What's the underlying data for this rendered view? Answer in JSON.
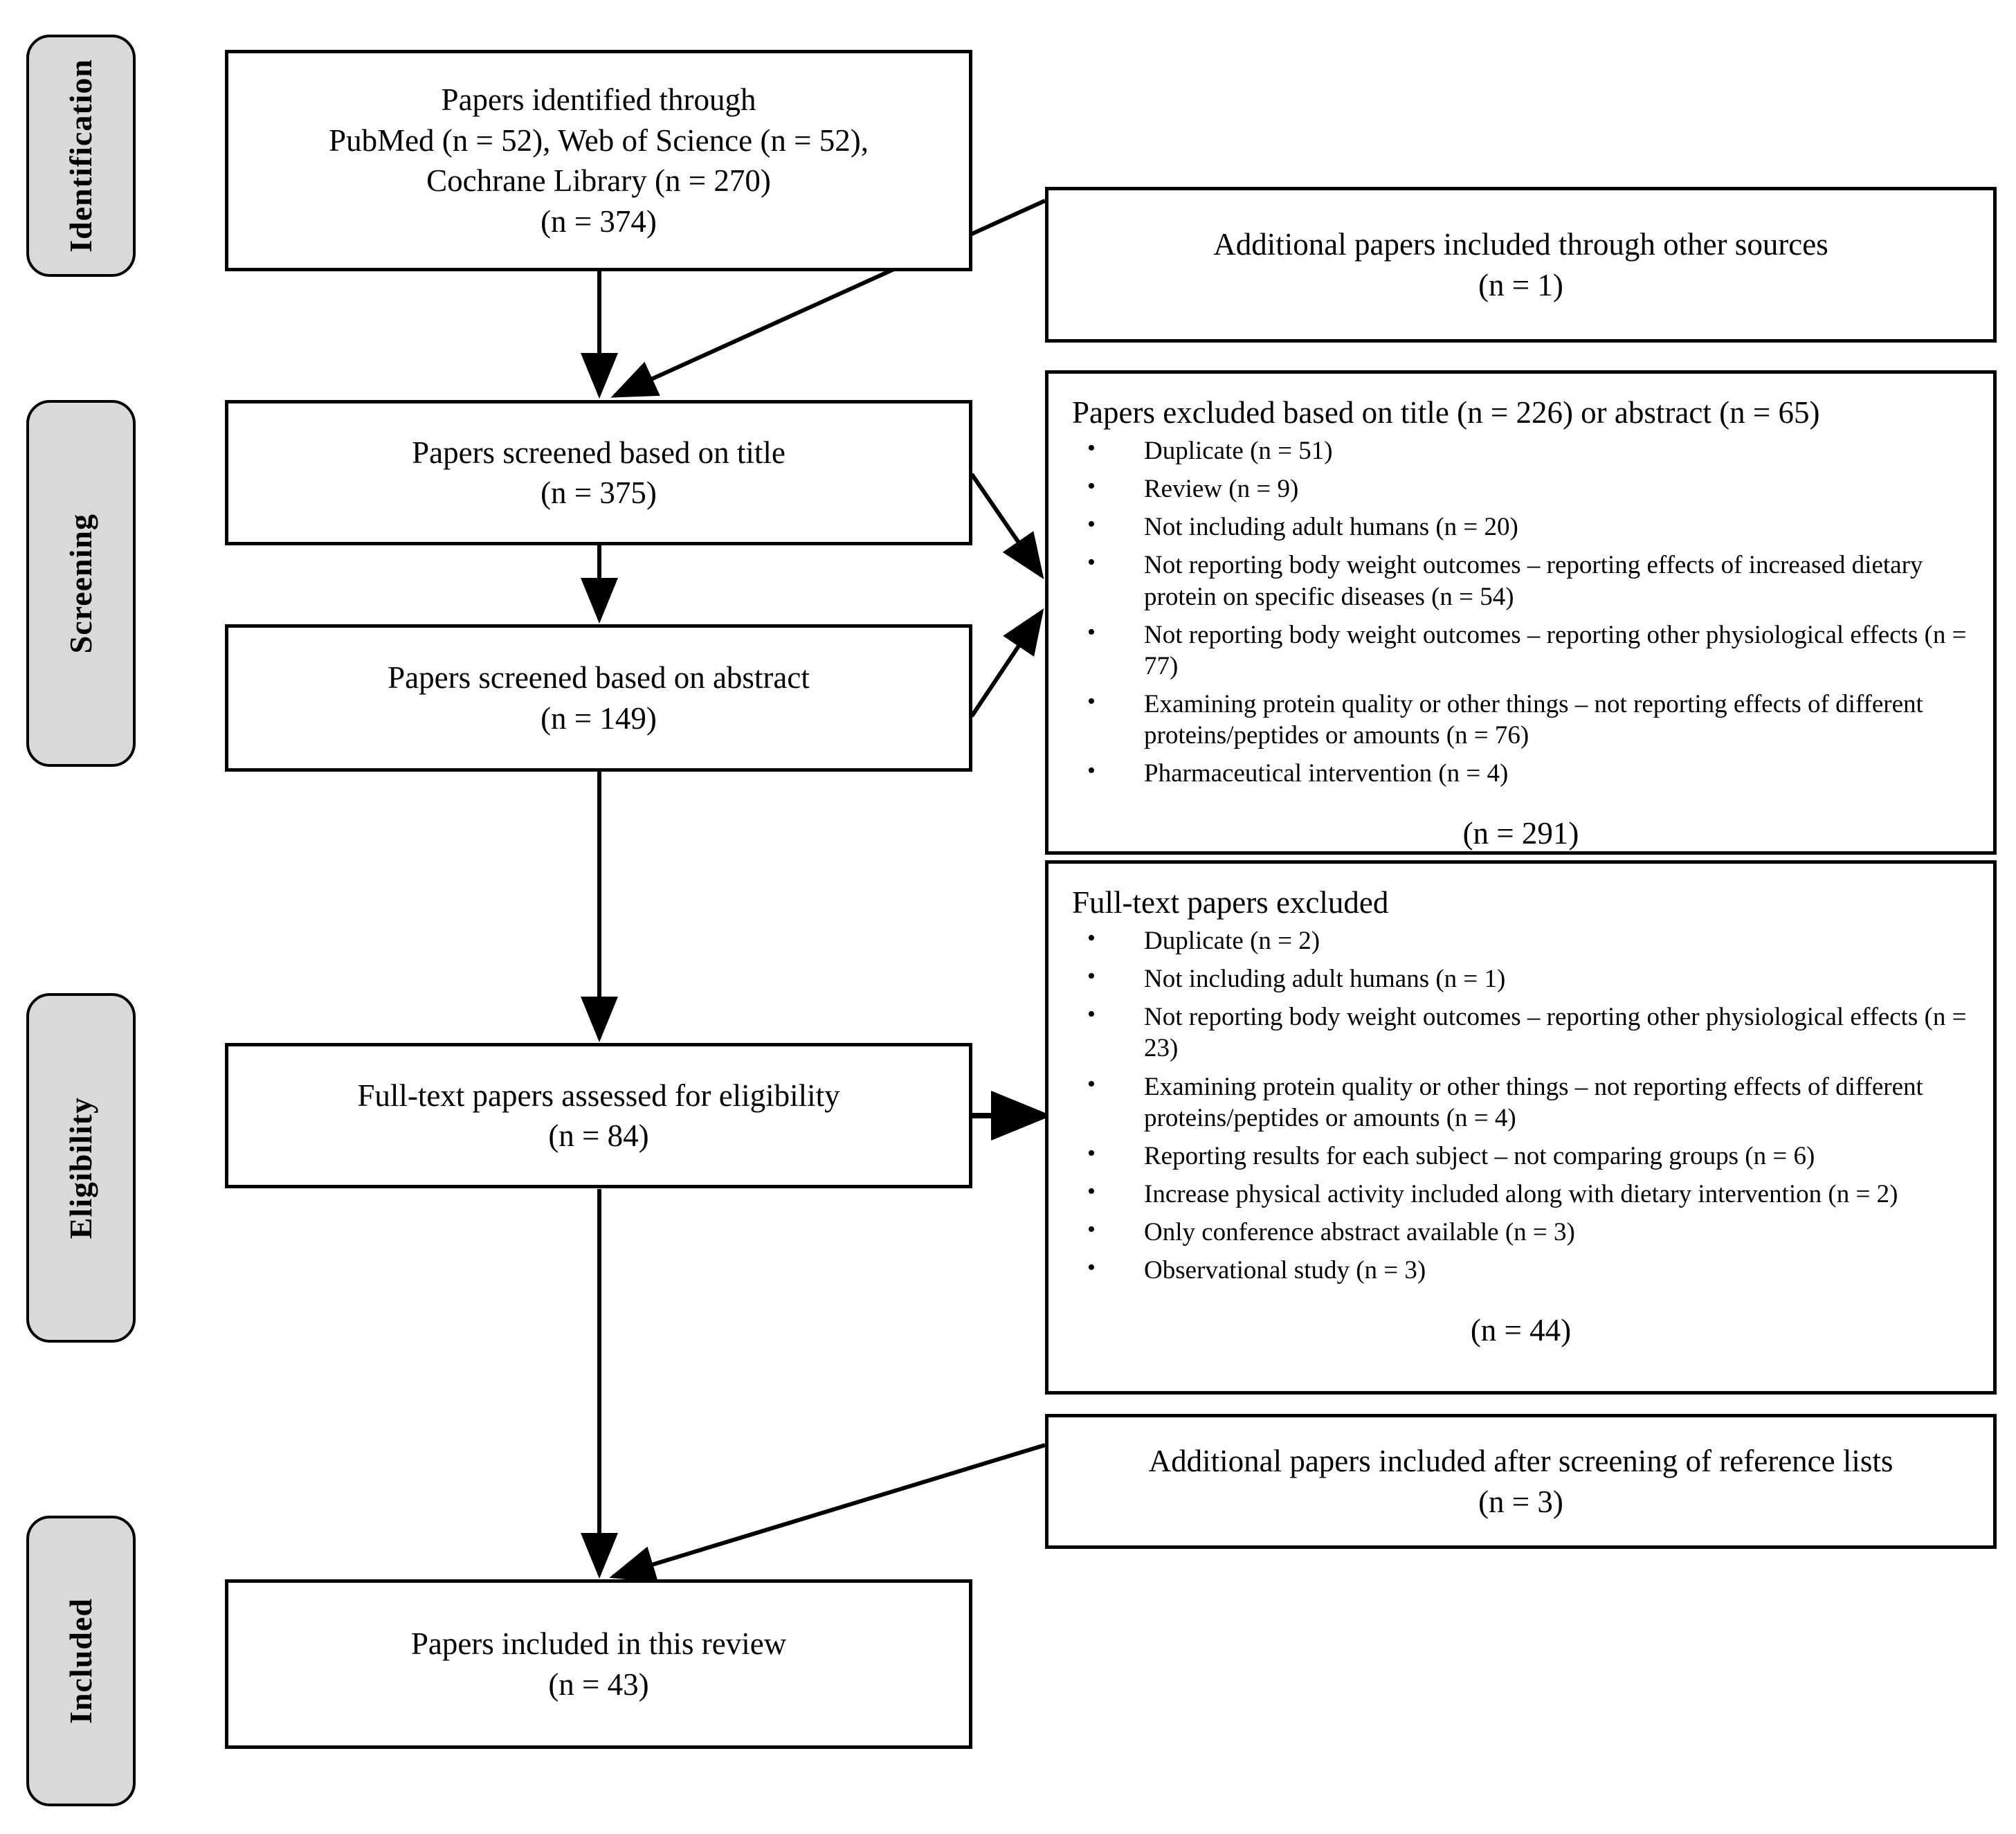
{
  "diagram": {
    "title": "PRISMA study selection flow diagram",
    "stages": [
      {
        "id": "identification",
        "label": "Identification"
      },
      {
        "id": "screening",
        "label": "Screening"
      },
      {
        "id": "eligibility",
        "label": "Eligibility"
      },
      {
        "id": "included",
        "label": "Included"
      }
    ],
    "boxes": {
      "identified": {
        "lines": [
          "Papers identified through",
          "PubMed (n = 52), Web of Science (n = 52),",
          "Cochrane Library (n = 270)",
          "(n = 374)"
        ]
      },
      "additional_other_sources": {
        "lines": [
          "Additional papers included through other sources",
          "(n = 1)"
        ]
      },
      "screened_title": {
        "lines": [
          "Papers screened based on title",
          "(n = 375)"
        ]
      },
      "screened_abstract": {
        "lines": [
          "Papers screened based on abstract",
          "(n = 149)"
        ]
      },
      "fulltext_assessed": {
        "lines": [
          "Full-text papers assessed for eligibility",
          "(n = 84)"
        ]
      },
      "additional_reference_lists": {
        "lines": [
          "Additional papers included after screening of reference lists",
          "(n = 3)"
        ]
      },
      "included_review": {
        "lines": [
          "Papers included in this review",
          "(n = 43)"
        ]
      },
      "excluded_title_abstract": {
        "heading": "Papers excluded based on title (n = 226) or abstract (n = 65)",
        "items": [
          "Duplicate (n = 51)",
          "Review (n = 9)",
          "Not including adult humans (n = 20)",
          "Not reporting body weight outcomes – reporting effects of increased dietary protein on specific diseases (n = 54)",
          "Not reporting body weight outcomes – reporting other physiological effects (n = 77)",
          "Examining protein quality or other things – not reporting effects of different proteins/peptides or amounts (n = 76)",
          "Pharmaceutical intervention (n = 4)"
        ],
        "total": "(n = 291)"
      },
      "excluded_fulltext": {
        "heading": "Full-text papers excluded",
        "items": [
          "Duplicate (n = 2)",
          "Not including adult humans (n = 1)",
          "Not reporting body weight outcomes – reporting other physiological effects (n = 23)",
          "Examining protein quality or other things – not reporting effects of different proteins/peptides or amounts (n = 4)",
          "Reporting results for each subject – not comparing groups (n = 6)",
          "Increase physical activity included along with dietary intervention (n = 2)",
          "Only conference abstract available (n = 3)",
          "Observational study (n = 3)"
        ],
        "total": "(n = 44)"
      }
    },
    "colors": {
      "stroke": "#000000",
      "box_fill": "#ffffff",
      "capsule_fill": "#d9d9d9",
      "page_background": "#ffffff"
    }
  }
}
